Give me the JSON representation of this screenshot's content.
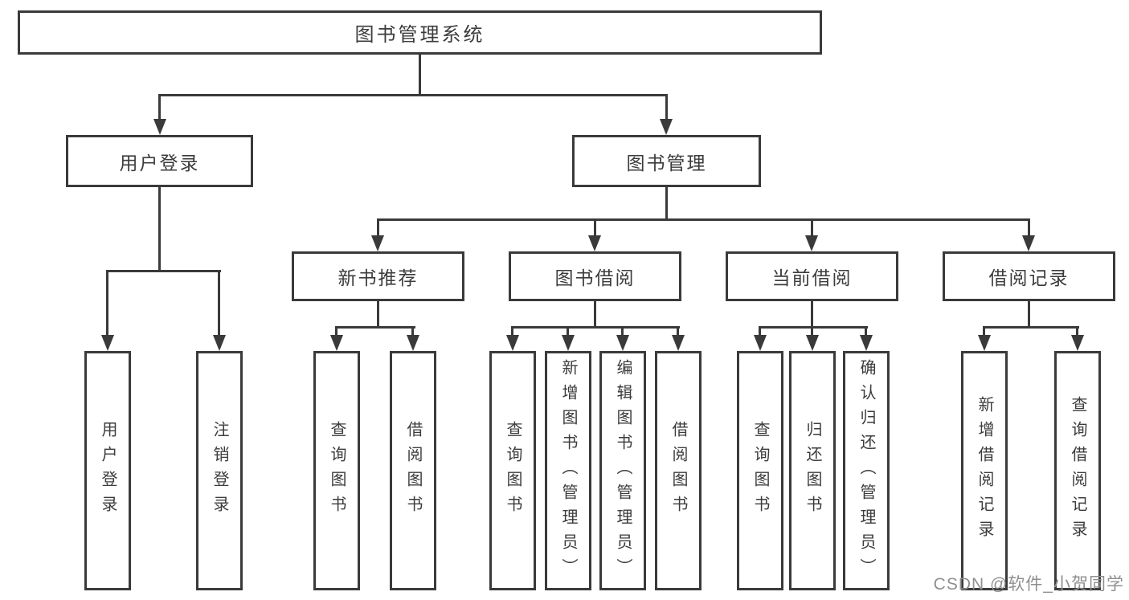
{
  "diagram": {
    "type": "tree",
    "title": "图书管理系统",
    "tree": {
      "label": "图书管理系统",
      "children": [
        {
          "label": "用户登录",
          "children": [
            {
              "label": "用户登录"
            },
            {
              "label": "注销登录"
            }
          ]
        },
        {
          "label": "图书管理",
          "children": [
            {
              "label": "新书推荐",
              "children": [
                {
                  "label": "查询图书"
                },
                {
                  "label": "借阅图书"
                }
              ]
            },
            {
              "label": "图书借阅",
              "children": [
                {
                  "label": "查询图书"
                },
                {
                  "label": "新增图书（管理员）"
                },
                {
                  "label": "编辑图书（管理员）"
                },
                {
                  "label": "借阅图书"
                }
              ]
            },
            {
              "label": "当前借阅",
              "children": [
                {
                  "label": "查询图书"
                },
                {
                  "label": "归还图书"
                },
                {
                  "label": "确认归还（管理员）"
                }
              ]
            },
            {
              "label": "借阅记录",
              "children": [
                {
                  "label": "新增借阅记录"
                },
                {
                  "label": "查询借阅记录"
                }
              ]
            }
          ]
        }
      ]
    }
  },
  "nodes": {
    "root": "图书管理系统",
    "user_login": "用户登录",
    "book_management": "图书管理",
    "new_book_recommend": "新书推荐",
    "book_borrowing": "图书借阅",
    "current_borrowing": "当前借阅",
    "borrowing_records": "借阅记录",
    "login": "用户登录",
    "logout": "注销登录",
    "nbr_query_books": "查询图书",
    "nbr_borrow_books": "借阅图书",
    "bb_query_books": "查询图书",
    "bb_add_books": "新增图书（管理员）",
    "bb_edit_books": "编辑图书（管理员）",
    "bb_borrow_books": "借阅图书",
    "cb_query_books": "查询图书",
    "cb_return_books": "归还图书",
    "cb_confirm_return": "确认归还（管理员）",
    "br_add_record": "新增借阅记录",
    "br_query_record": "查询借阅记录"
  },
  "watermark": {
    "text": "CSDN @软件_小贺同学"
  },
  "colors": {
    "line": "#3a3a3a",
    "text": "#3c3c3c",
    "background": "#ffffff",
    "watermark": "#8f8f8f"
  }
}
